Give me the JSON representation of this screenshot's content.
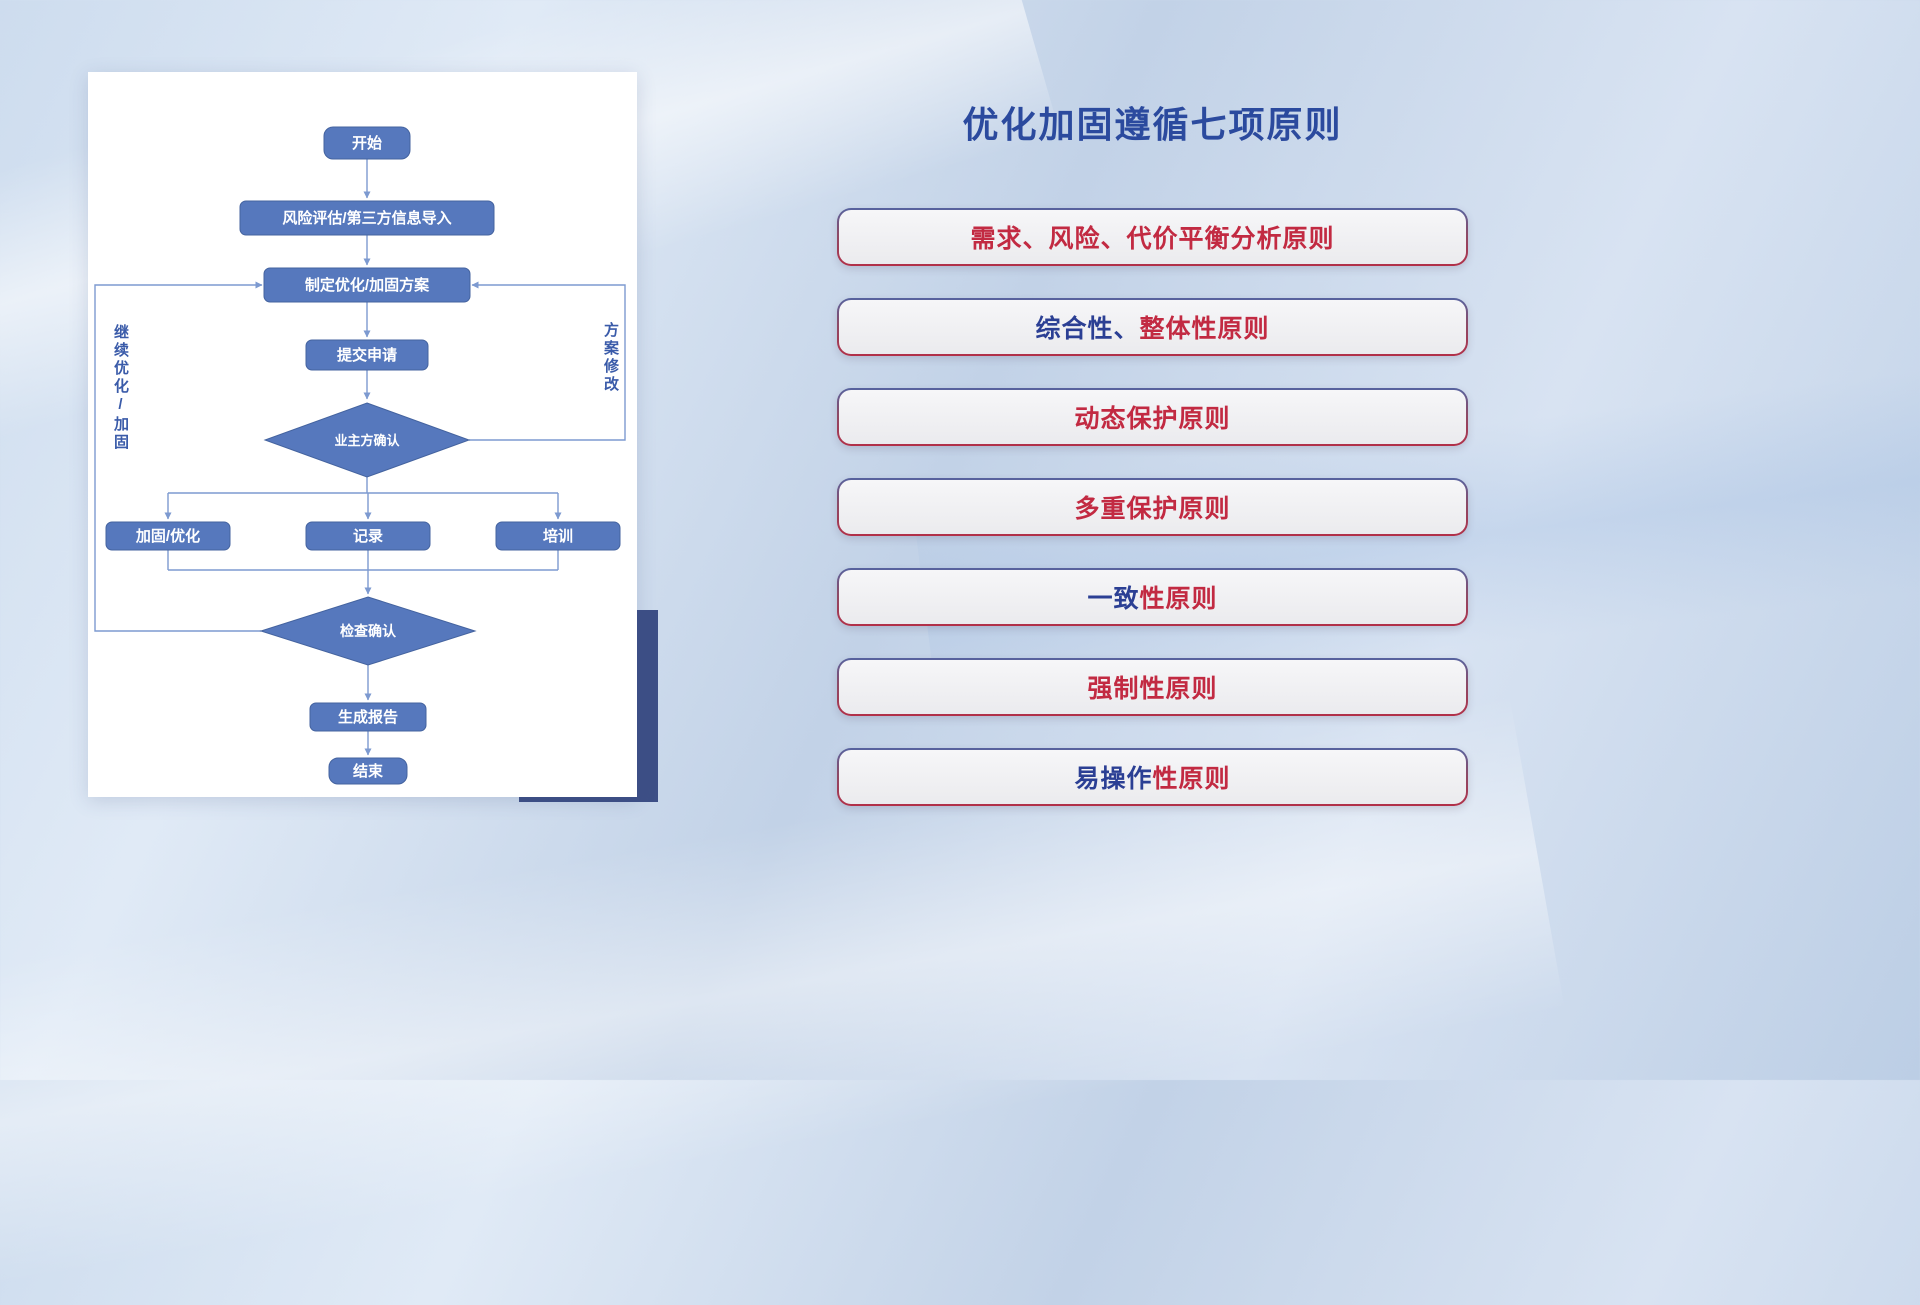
{
  "colors": {
    "title_blue": "#2b4a9e",
    "text_blue": "#2b3f94",
    "text_red": "#c22a42",
    "node_fill": "#5678bd",
    "connector_blue": "#7d9ad0",
    "card_shadow_navy": "#3d4f86"
  },
  "flowchart": {
    "nodes": {
      "start": "开始",
      "risk_import": "风险评估/第三方信息导入",
      "make_plan": "制定优化/加固方案",
      "submit": "提交申请",
      "owner_confirm": "业主方确认",
      "reinforce": "加固/优化",
      "record": "记录",
      "training": "培训",
      "check_confirm": "检查确认",
      "report": "生成报告",
      "end": "结束"
    },
    "edge_labels": {
      "left_loop": "继续优化/加固",
      "right_loop": "方案修改"
    }
  },
  "principles": {
    "title": "优化加固遵循七项原则",
    "items": [
      {
        "blue": "",
        "red": "需求、风险、代价平衡分析原则"
      },
      {
        "blue": "综合性、",
        "red": "整体性原则"
      },
      {
        "blue": "",
        "red": "动态保护原则"
      },
      {
        "blue": "",
        "red": "多重保护原则"
      },
      {
        "blue": "一致",
        "red": "性原则"
      },
      {
        "blue": "",
        "red": "强制性原则"
      },
      {
        "blue": "易操作",
        "red": "性原则"
      }
    ]
  }
}
